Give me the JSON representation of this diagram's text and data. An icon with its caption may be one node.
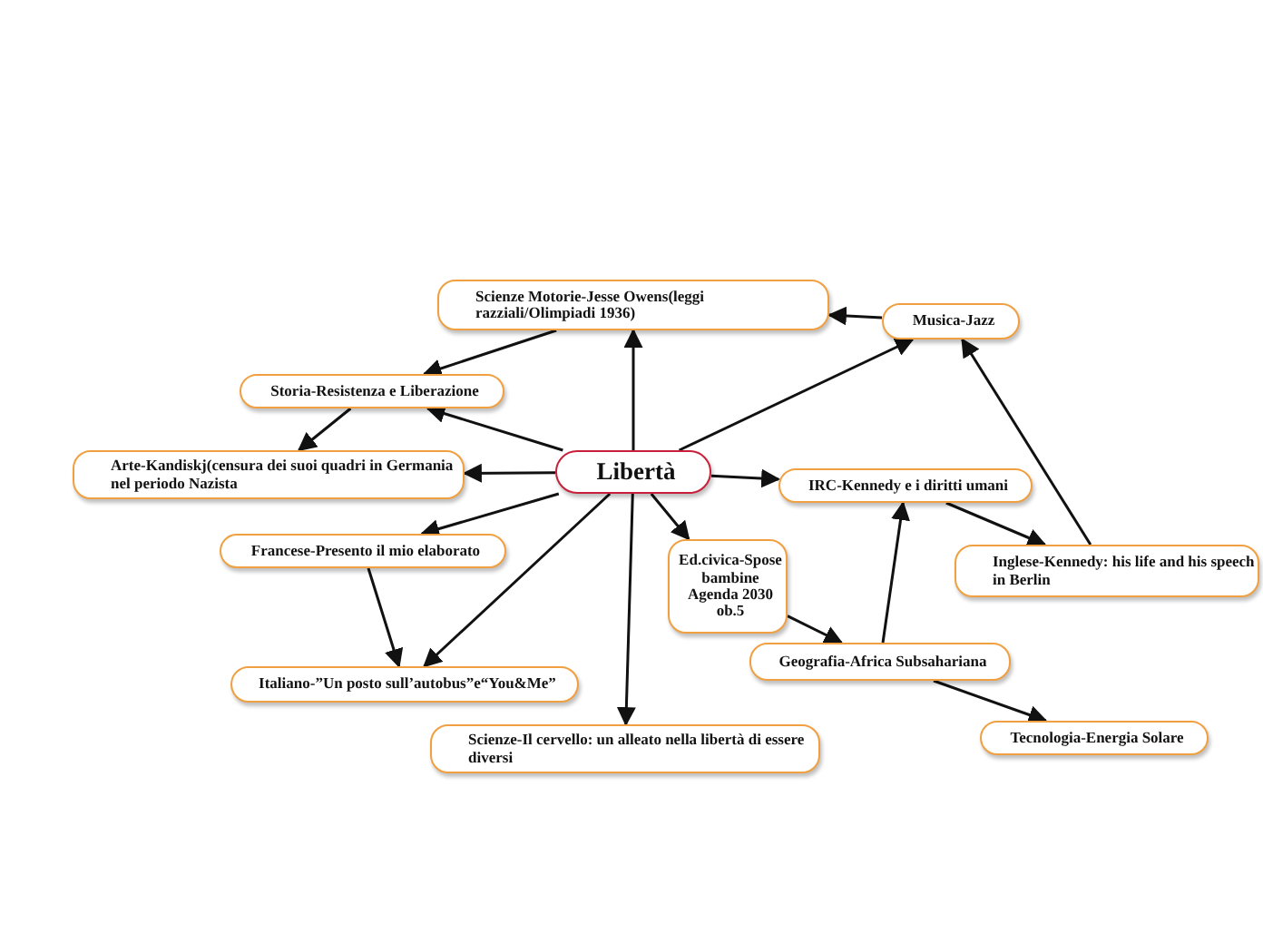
{
  "diagram": {
    "nodes": [
      {
        "text": [
          "Libertà"
        ]
      },
      {
        "text": [
          "Scienze Motorie-Jesse Owens(leggi razziali/Olimpiadi 1936)"
        ]
      },
      {
        "text": [
          "Musica-Jazz"
        ]
      },
      {
        "text": [
          "Storia-Resistenza e Liberazione"
        ]
      },
      {
        "text": [
          "Arte-Kandiskj(censura dei suoi quadri in Germania nel periodo Nazista"
        ]
      },
      {
        "text": [
          "IRC-Kennedy e i diritti umani"
        ]
      },
      {
        "text": [
          "Francese-Presento il mio elaborato"
        ]
      },
      {
        "text": [
          "Ed.civica-Spose bambine Agenda 2030 ob.5"
        ]
      },
      {
        "text": [
          "Inglese-Kennedy: his life and his speech in Berlin"
        ]
      },
      {
        "text": [
          "Geografia-Africa Subsahariana"
        ]
      },
      {
        "text": [
          "Italiano-”Un posto sull’autobus”e“You&Me”"
        ]
      },
      {
        "text": [
          "Scienze-Il cervello: un alleato nella libertà di essere diversi"
        ]
      },
      {
        "text": [
          "Tecnologia-Energia Solare"
        ]
      }
    ],
    "edges": [
      {
        "from": 0,
        "to": 1,
        "arrow": "to"
      },
      {
        "from": 2,
        "to": 1,
        "arrow": "to"
      },
      {
        "from": 0,
        "to": 2,
        "arrow": "to"
      },
      {
        "from": 1,
        "to": 3,
        "arrow": "to"
      },
      {
        "from": 0,
        "to": 3,
        "arrow": "to"
      },
      {
        "from": 3,
        "to": 4,
        "arrow": "to"
      },
      {
        "from": 0,
        "to": 4,
        "arrow": "to"
      },
      {
        "from": 0,
        "to": 5,
        "arrow": "to"
      },
      {
        "from": 0,
        "to": 6,
        "arrow": "to"
      },
      {
        "from": 0,
        "to": 10,
        "arrow": "to"
      },
      {
        "from": 6,
        "to": 10,
        "arrow": "to"
      },
      {
        "from": 0,
        "to": 11,
        "arrow": "to"
      },
      {
        "from": 0,
        "to": 7,
        "arrow": "to"
      },
      {
        "from": 7,
        "to": 9,
        "arrow": "to"
      },
      {
        "from": 9,
        "to": 5,
        "arrow": "to"
      },
      {
        "from": 5,
        "to": 8,
        "arrow": "to"
      },
      {
        "from": 8,
        "to": 2,
        "arrow": "to"
      },
      {
        "from": 9,
        "to": 12,
        "arrow": "to"
      }
    ]
  }
}
